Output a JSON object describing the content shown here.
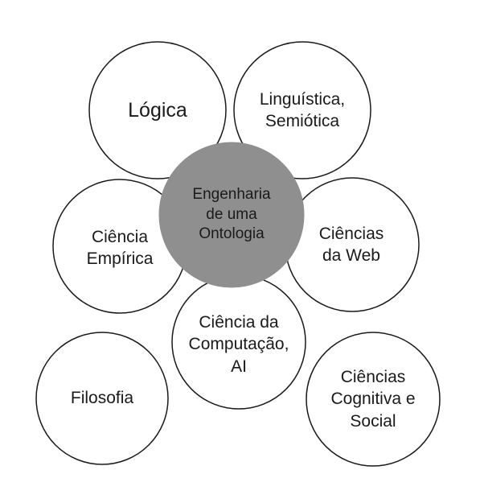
{
  "colors": {
    "circle_fill": "#ffffff",
    "circle_stroke": "#1a1a1a",
    "center_fill": "#8f8f8f",
    "text": "#1a1a1a"
  },
  "center": {
    "lines": [
      "Engenharia",
      "de uma",
      "Ontologia"
    ]
  },
  "nodes": {
    "logica": {
      "lines": [
        "Lógica"
      ]
    },
    "linguistica": {
      "lines": [
        "Linguística,",
        "Semiótica"
      ]
    },
    "ciencia_empirica": {
      "lines": [
        "Ciência",
        "Empírica"
      ]
    },
    "ciencias_web": {
      "lines": [
        "Ciências",
        "da Web"
      ]
    },
    "computacao": {
      "lines": [
        "Ciência da",
        "Computação,",
        "AI"
      ]
    },
    "filosofia": {
      "lines": [
        "Filosofia"
      ]
    },
    "cognitiva": {
      "lines": [
        "Ciências",
        "Cognitiva e",
        "Social"
      ]
    }
  }
}
